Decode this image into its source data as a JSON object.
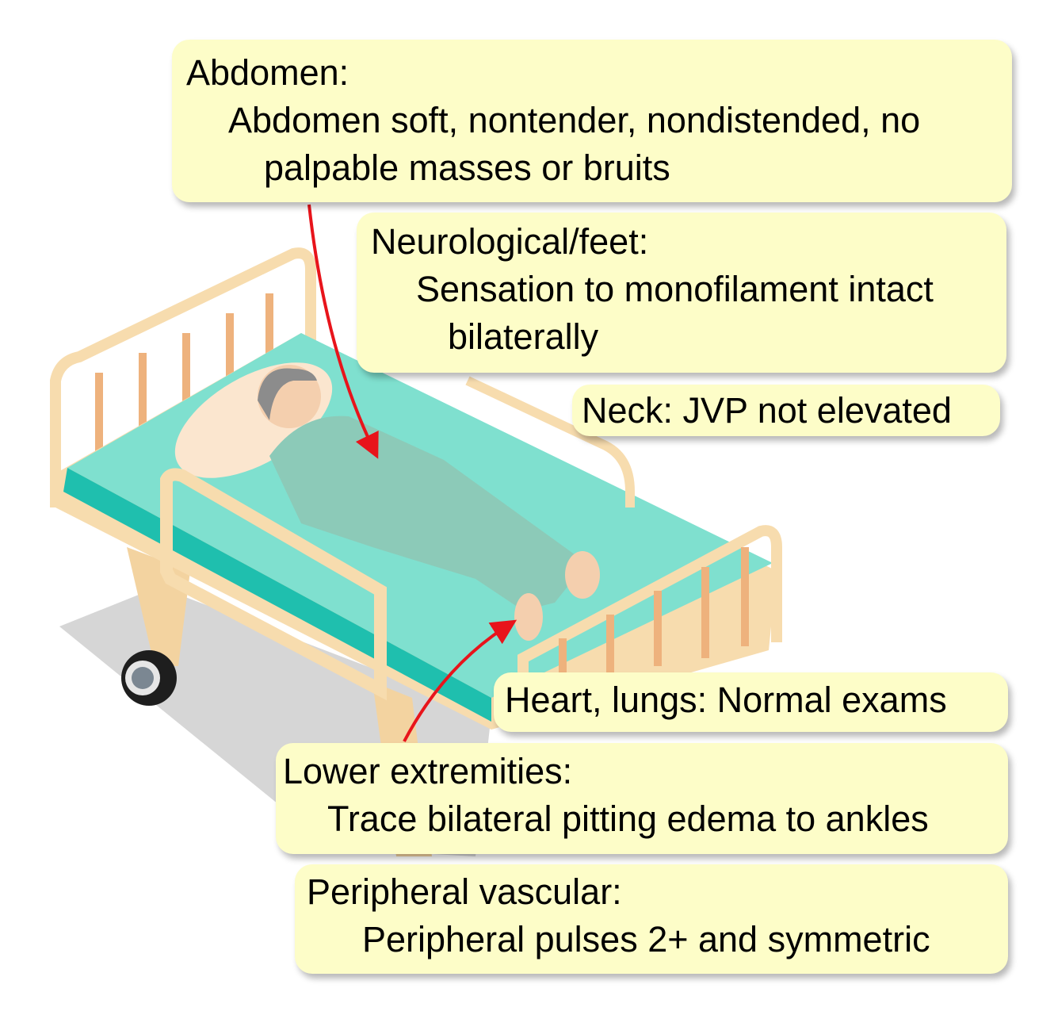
{
  "colors": {
    "callout_bg": "#fdfdc8",
    "arrow": "#e8141b",
    "mattress": "#7fe0cf",
    "bed_frame": "#f7dcae"
  },
  "callouts": {
    "abdomen": {
      "heading": "Abdomen:",
      "line1": "Abdomen soft, nontender, nondistended, no",
      "line2": "palpable masses or bruits"
    },
    "neuro": {
      "heading": "Neurological/feet:",
      "line1": "Sensation to monofilament intact",
      "line2": "bilaterally"
    },
    "neck": {
      "text": "Neck: JVP not elevated"
    },
    "heart": {
      "text": "Heart, lungs: Normal exams"
    },
    "lower": {
      "heading": "Lower extremities:",
      "line1": "Trace bilateral pitting edema to ankles"
    },
    "peripheral": {
      "heading": "Peripheral vascular:",
      "line1": "Peripheral pulses 2+ and symmetric"
    }
  }
}
